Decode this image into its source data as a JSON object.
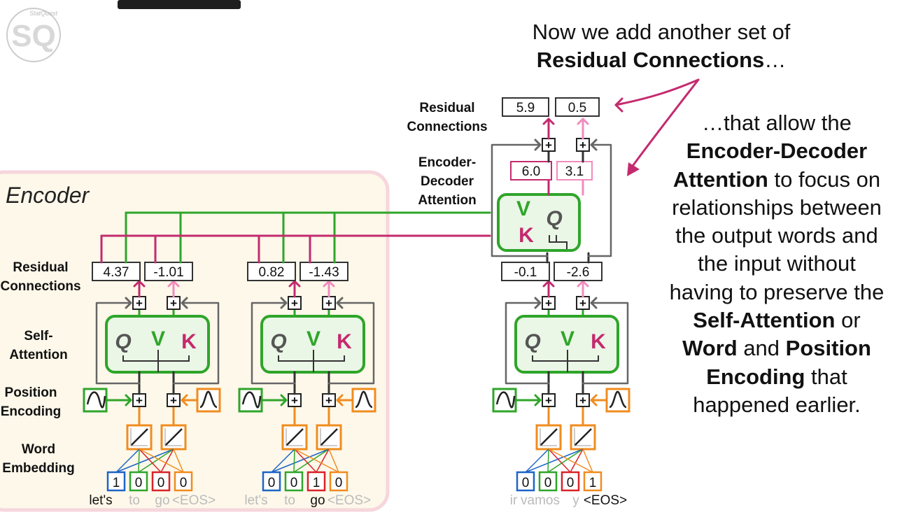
{
  "logo": {
    "text": "SQ",
    "small": "StatQuest"
  },
  "encoder": {
    "title": "Encoder"
  },
  "labels": {
    "residual_connections": [
      "Residual",
      "Connections"
    ],
    "self_attention": [
      "Self-",
      "Attention"
    ],
    "position_encoding": [
      "Position",
      "Encoding"
    ],
    "word_embedding": [
      "Word",
      "Embedding"
    ],
    "enc_dec_attention": [
      "Encoder-",
      "Decoder",
      "Attention"
    ]
  },
  "letters": {
    "q": "Q",
    "v": "V",
    "k": "K"
  },
  "plus": "+",
  "encoder_blocks": [
    {
      "residuals": [
        "4.37",
        "-1.01"
      ],
      "tokens": [
        "1",
        "0",
        "0",
        "0"
      ],
      "words": [
        "let's",
        "to",
        "go",
        "<EOS>"
      ],
      "active_word": 0
    },
    {
      "residuals": [
        "0.82",
        "-1.43"
      ],
      "tokens": [
        "0",
        "0",
        "1",
        "0"
      ],
      "words": [
        "let's",
        "to",
        "go",
        "<EOS>"
      ],
      "active_word": 2
    }
  ],
  "decoder_block": {
    "residuals": [
      "-0.1",
      "-2.6"
    ],
    "attention_out": [
      "6.0",
      "3.1"
    ],
    "final_residuals": [
      "5.9",
      "0.5"
    ],
    "tokens": [
      "0",
      "0",
      "0",
      "1"
    ],
    "words": [
      "ir",
      "vamos",
      "y",
      "<EOS>"
    ],
    "active_word": 3
  },
  "headline": {
    "line1": "Now we add another set of",
    "bold": "Residual Connections",
    "suffix": "…"
  },
  "explanation": [
    [
      {
        "t": "…that allow the",
        "b": false
      }
    ],
    [
      {
        "t": "Encoder-Decoder",
        "b": true
      }
    ],
    [
      {
        "t": "Attention",
        "b": true
      },
      {
        "t": " to focus on",
        "b": false
      }
    ],
    [
      {
        "t": "relationships between",
        "b": false
      }
    ],
    [
      {
        "t": "the output words and",
        "b": false
      }
    ],
    [
      {
        "t": "the input without",
        "b": false
      }
    ],
    [
      {
        "t": "having to preserve the",
        "b": false
      }
    ],
    [
      {
        "t": "Self-Attention",
        "b": true
      },
      {
        "t": " or",
        "b": false
      }
    ],
    [
      {
        "t": "Word",
        "b": true
      },
      {
        "t": " and ",
        "b": false
      },
      {
        "t": "Position",
        "b": true
      }
    ],
    [
      {
        "t": "Encoding",
        "b": true
      },
      {
        "t": " that",
        "b": false
      }
    ],
    [
      {
        "t": "happened earlier.",
        "b": false
      }
    ]
  ],
  "colors": {
    "magenta": "#c42a6e",
    "pink": "#f08cbd",
    "green": "#2fa52a",
    "orange": "#f08c1f",
    "blue": "#1d64c8",
    "red": "#d8232a",
    "gray": "#555555",
    "encoder_bg": "#fdf8ea",
    "encoder_border": "#f6d6dc",
    "attn_fill": "#eaf6e6",
    "light_text": "#bbbbbb"
  }
}
